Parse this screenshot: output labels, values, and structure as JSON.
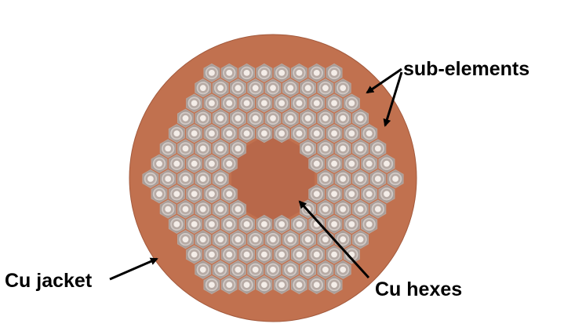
{
  "diagram": {
    "labels": {
      "sub_elements": "sub-elements",
      "cu_jacket": "Cu jacket",
      "cu_hexes": "Cu hexes"
    },
    "colors": {
      "copper": "#c1714f",
      "copper_edge": "#a35a3d",
      "sub_element_outer": "#a89d98",
      "sub_element_ring": "#d1c9c5",
      "sub_element_core": "#f4ede8",
      "arrow": "#000000"
    },
    "sub_element_rings": 5,
    "cu_hex_rings": 2
  }
}
